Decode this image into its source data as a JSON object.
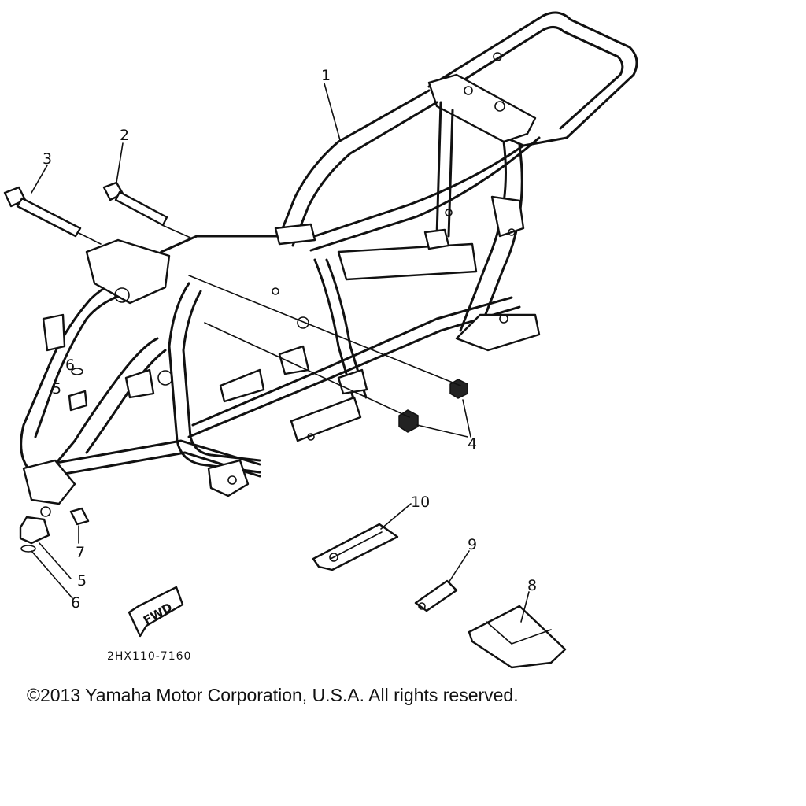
{
  "diagram": {
    "callouts": {
      "c1": "1",
      "c2": "2",
      "c3": "3",
      "c4": "4",
      "c5a": "5",
      "c6a": "6",
      "c5b": "5",
      "c6b": "6",
      "c7": "7",
      "c8": "8",
      "c9": "9",
      "c10": "10"
    },
    "fwd_label": "FWD",
    "reference_code": "2HX110-7160"
  },
  "footer": {
    "copyright": "©2013 Yamaha Motor Corporation, U.S.A. All rights reserved."
  }
}
